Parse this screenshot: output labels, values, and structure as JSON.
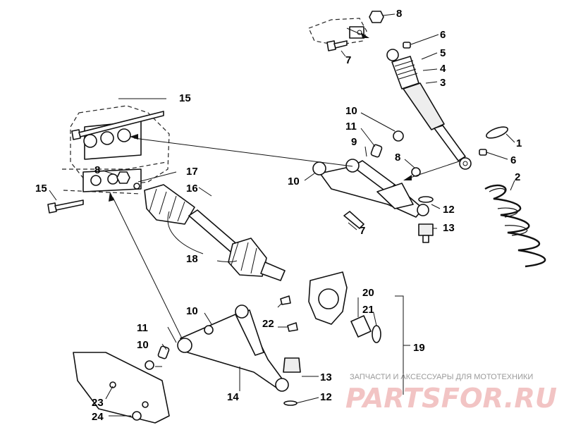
{
  "callouts": [
    {
      "id": "c1",
      "text": "1"
    },
    {
      "id": "c2",
      "text": "2"
    },
    {
      "id": "c3",
      "text": "3"
    },
    {
      "id": "c4",
      "text": "4"
    },
    {
      "id": "c5",
      "text": "5"
    },
    {
      "id": "c6a",
      "text": "6"
    },
    {
      "id": "c6b",
      "text": "6"
    },
    {
      "id": "c7a",
      "text": "7"
    },
    {
      "id": "c7b",
      "text": "7"
    },
    {
      "id": "c8a",
      "text": "8"
    },
    {
      "id": "c8b",
      "text": "8"
    },
    {
      "id": "c8c",
      "text": "8"
    },
    {
      "id": "c9",
      "text": "9"
    },
    {
      "id": "c10a",
      "text": "10"
    },
    {
      "id": "c10b",
      "text": "10"
    },
    {
      "id": "c10c",
      "text": "10"
    },
    {
      "id": "c10d",
      "text": "10"
    },
    {
      "id": "c11a",
      "text": "11"
    },
    {
      "id": "c11b",
      "text": "11"
    },
    {
      "id": "c12a",
      "text": "12"
    },
    {
      "id": "c12b",
      "text": "12"
    },
    {
      "id": "c13a",
      "text": "13"
    },
    {
      "id": "c13b",
      "text": "13"
    },
    {
      "id": "c14",
      "text": "14"
    },
    {
      "id": "c15a",
      "text": "15"
    },
    {
      "id": "c15b",
      "text": "15"
    },
    {
      "id": "c16",
      "text": "16"
    },
    {
      "id": "c17",
      "text": "17"
    },
    {
      "id": "c18",
      "text": "18"
    },
    {
      "id": "c19",
      "text": "19"
    },
    {
      "id": "c20",
      "text": "20"
    },
    {
      "id": "c21",
      "text": "21"
    },
    {
      "id": "c22",
      "text": "22"
    },
    {
      "id": "c23",
      "text": "23"
    },
    {
      "id": "c24",
      "text": "24"
    }
  ],
  "watermark": {
    "subtitle": "ЗАПЧАСТИ И АКСЕССУАРЫ ДЛЯ МОТОТЕХНИКИ",
    "brand": "PARTSFOR.RU"
  }
}
